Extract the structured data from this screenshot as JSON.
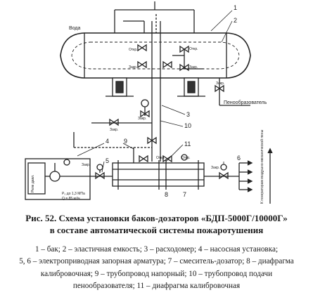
{
  "diagram": {
    "labels": {
      "water": "Вода",
      "foam": "Пенообразователь",
      "open_1": "Откр.",
      "open_2": "Откр.",
      "open_3": "Откр.",
      "open_4": "Откр.",
      "close_1": "Закр.",
      "close_2": "Закр.",
      "close_3": "Закр.",
      "close_4": "Закр.",
      "close_5": "Закр.",
      "close_6": "Закр.",
      "close_7": "Закр.",
      "pump_spec": "Р₀ до 1,3 МПа",
      "pump_temp": "Q = 85 м³/ч",
      "consumer": "К генераторам воздушно-механической пены",
      "gauge_label": "Реле давл."
    },
    "numbers": {
      "n1": "1",
      "n2": "2",
      "n3": "3",
      "n4": "4",
      "n5": "5",
      "n6": "6",
      "n7": "7",
      "n8": "8",
      "n9": "9",
      "n10": "10",
      "n11": "11"
    }
  },
  "caption": {
    "line1": "Рис. 52. Схема установки баков-дозаторов «БДП-5000Г/10000Г»",
    "line2": "в составе автоматической системы пожаротушения"
  },
  "legend": {
    "line1": "1 – бак; 2 – эластичная емкость; 3 – расходомер; 4 – насосная установка;",
    "line2": "5, 6 – электроприводная запорная арматура; 7 – смеситель-дозатор; 8 – диафрагма",
    "line3": "калибровочная; 9 – трубопровод напорный; 10 – трубопровод подачи",
    "line4": "пенообразователя; 11 – диафрагма калибровочная"
  }
}
